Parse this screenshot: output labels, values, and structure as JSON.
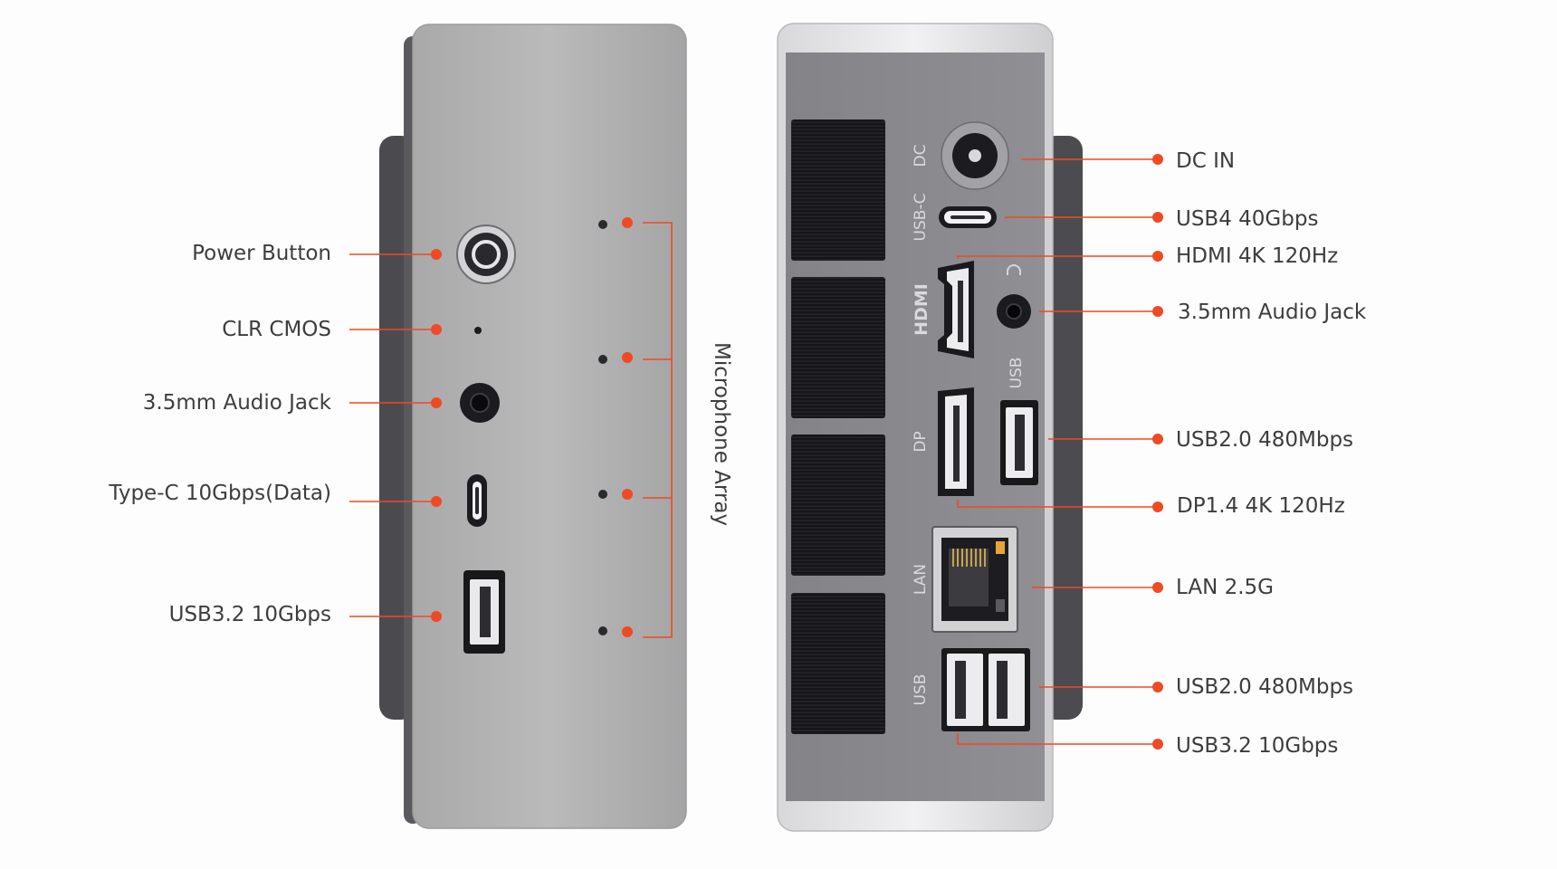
{
  "diagram": {
    "colors": {
      "accent": "#ee4a23",
      "label_text": "#3d3d3d",
      "device_front": "#b6b6b6",
      "device_back": "#8a8a8f",
      "background": "#fdfdfd"
    },
    "front_panel": {
      "labels": {
        "power_button": "Power Button",
        "clr_cmos": "CLR CMOS",
        "audio_jack": "3.5mm Audio Jack",
        "type_c": "Type-C 10Gbps(Data)",
        "usb32": "USB3.2 10Gbps"
      },
      "microphone_array_label": "Microphone Array"
    },
    "rear_panel": {
      "labels": {
        "dc_in": "DC IN",
        "usb4": "USB4 40Gbps",
        "hdmi": "HDMI 4K 120Hz",
        "audio_jack": "3.5mm Audio Jack",
        "usb20_single": "USB2.0 480Mbps",
        "dp": "DP1.4 4K 120Hz",
        "lan": "LAN 2.5G",
        "usb20_dual": "USB2.0 480Mbps",
        "usb32": "USB3.2 10Gbps"
      },
      "silkscreen": {
        "dc": "DC",
        "usb_c": "USB-C",
        "hdmi": "HDMI",
        "usb_top": "USB",
        "dp": "DP",
        "lan": "LAN",
        "usb_bottom": "USB"
      }
    }
  }
}
